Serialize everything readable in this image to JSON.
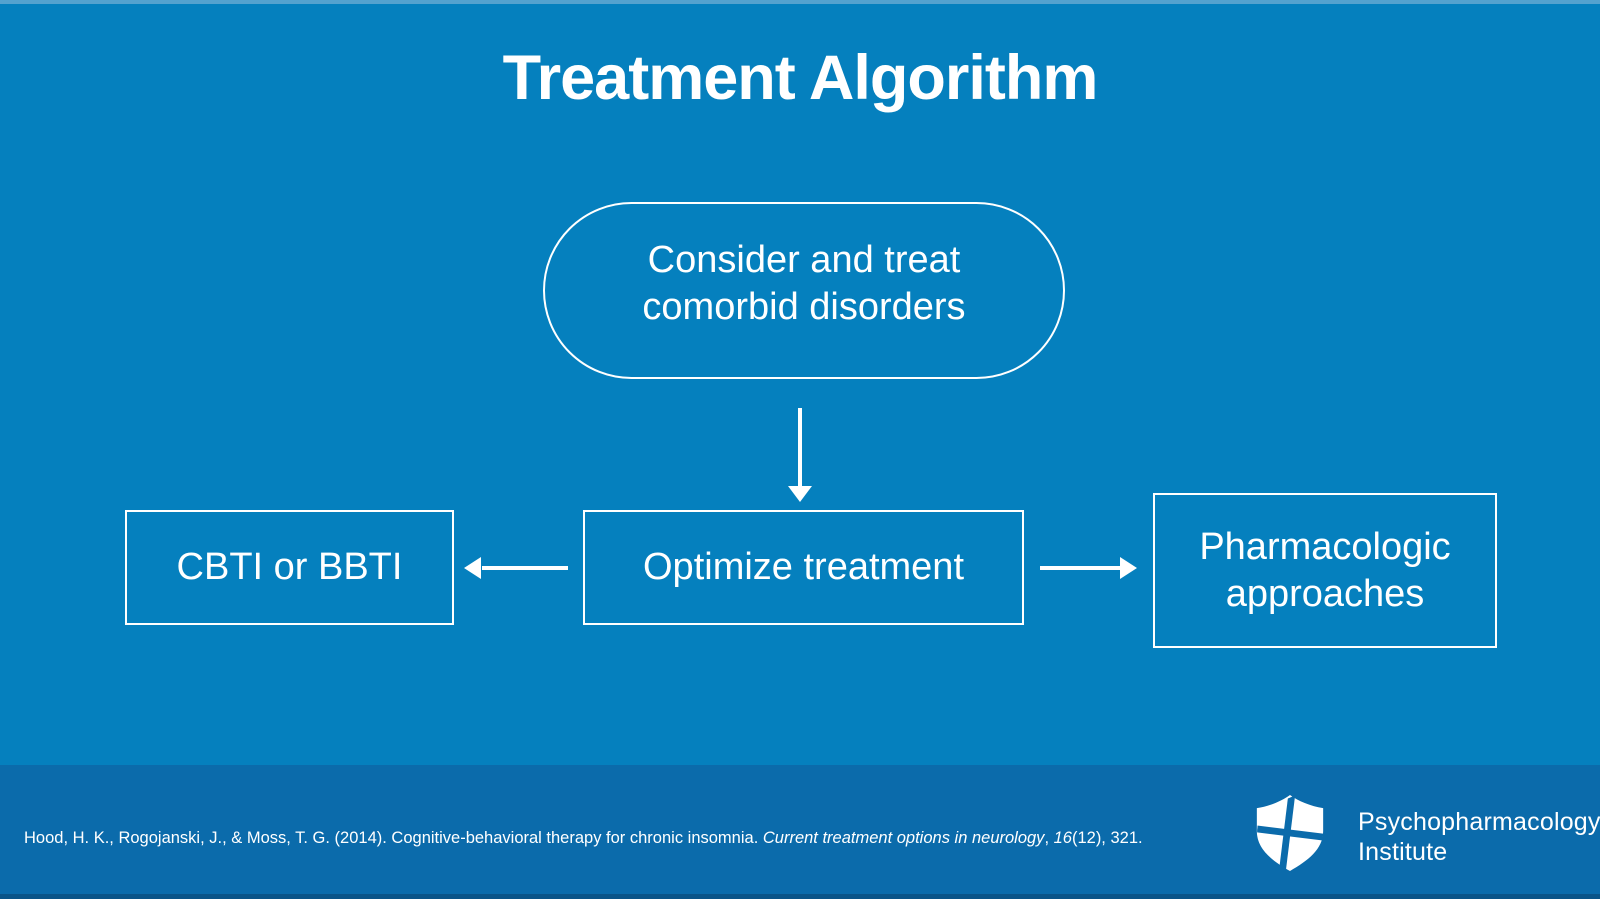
{
  "colors": {
    "bg": "#0580BE",
    "top_strip": "#54A2CF",
    "footer_bg": "#0B6BAB",
    "bottom_strip": "#0A5488",
    "text": "#FFFFFF"
  },
  "slide": {
    "title": "Treatment Algorithm",
    "nodes": {
      "comorbid": "Consider and treat comorbid disorders",
      "cbti": "CBTI or BBTI",
      "optimize": "Optimize treatment",
      "pharmacologic": "Pharmacologic approaches"
    }
  },
  "footer": {
    "citation_parts": [
      {
        "text": "Hood, H. K., Rogojanski, J., & Moss, T. G. (2014). Cognitive-behavioral therapy for chronic insomnia. ",
        "italic": false
      },
      {
        "text": "Current treatment options in neurology",
        "italic": true
      },
      {
        "text": ", ",
        "italic": false
      },
      {
        "text": "16",
        "italic": true
      },
      {
        "text": "(12), 321.",
        "italic": false
      }
    ],
    "logo": {
      "line1": "Psychopharmacology",
      "line2": "Institute"
    }
  }
}
